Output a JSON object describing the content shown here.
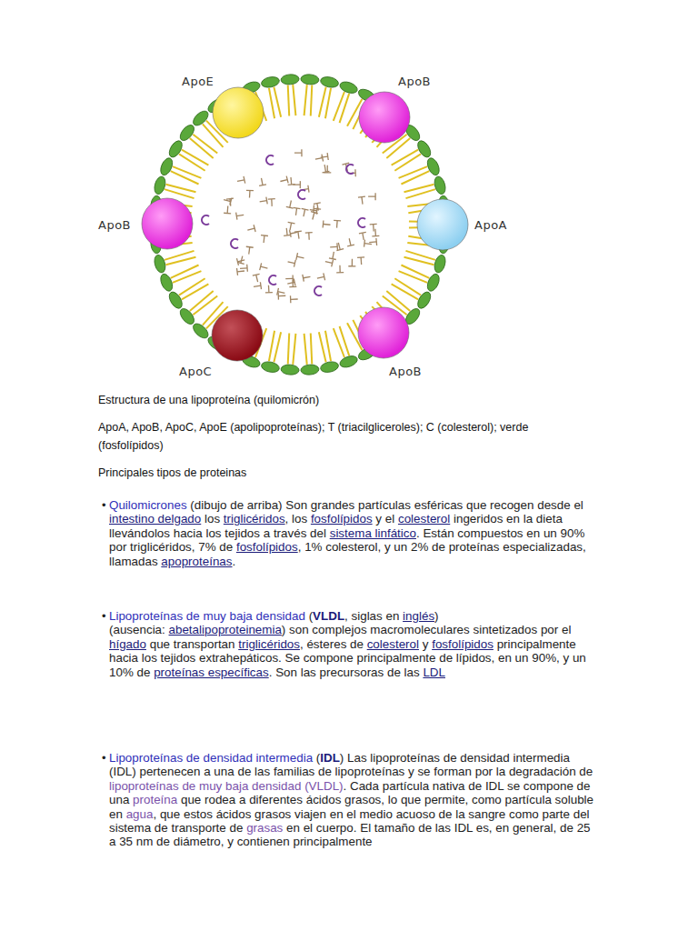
{
  "diagram": {
    "caption": "Estructura de una lipoproteína (quilomicrón)",
    "nodes": [
      {
        "text": [
          "ApoE"
        ]
      },
      {
        "text": [
          "ApoB"
        ]
      },
      {
        "text": [
          "ApoB"
        ]
      },
      {
        "text": [
          "ApoA"
        ]
      },
      {
        "text": [
          "ApoC"
        ]
      },
      {
        "text": [
          "ApoB"
        ]
      }
    ],
    "labels": [
      "ApoA, ApoB, ApoC, ApoE (apolipoproteínas); T (triacilgliceroles); C (colesterol); verde (fosfolípidos)",
      "Principales tipos de proteinas",
      "•",
      "Quilomicrones",
      "(dibujo de arriba) Son grandes partículas esféricas que recogen desde el",
      "intestino delgado",
      "los",
      "triglicéridos",
      ", los",
      "fosfolípidos",
      "y el",
      "colesterol",
      "ingeridos en la dieta llevándolos hacia los tejidos a través del",
      "sistema linfático",
      ". Están compuestos en un 90% por triglicéridos, 7% de",
      "fosfolípidos",
      ", 1% colesterol, y un 2% de proteínas especializadas, llamadas",
      "apoproteínas",
      ".",
      "•",
      "Lipoproteínas de muy baja densidad",
      "(",
      "VLDL",
      ", siglas en",
      "inglés",
      ")",
      "(ausencia:",
      "abetalipoproteinemia",
      ") son complejos macromoleculares sintetizados por el",
      "hígado",
      "que transportan",
      "triglicéridos",
      ", ésteres de",
      "colesterol",
      "y",
      "fosfolípidos",
      "principalmente hacia los tejidos extrahepáticos. Se compone principalmente de lípidos, en un 90%, y un 10% de",
      "proteínas específicas",
      ". Son las precursoras de las",
      "LDL",
      "•",
      "Lipoproteínas de densidad intermedia",
      "(",
      "IDL",
      ") Las lipoproteínas de densidad intermedia (IDL) pertenecen a una de las familias de lipoproteínas y se forman por la degradación de",
      "lipoproteínas de muy baja densidad (VLDL)",
      ". Cada partícula nativa de IDL se compone de una",
      "proteína",
      "que rodea a diferentes ácidos grasos, lo que permite, como partícula soluble en",
      "agua",
      ", que estos ácidos grasos viajen en el medio acuoso de la sangre como parte del sistema de transporte de",
      "grasas",
      "en el cuerpo. El tamaño de las IDL es, en general, de 25 a 35 nm de diámetro, y contienen principalmente"
    ]
  }
}
